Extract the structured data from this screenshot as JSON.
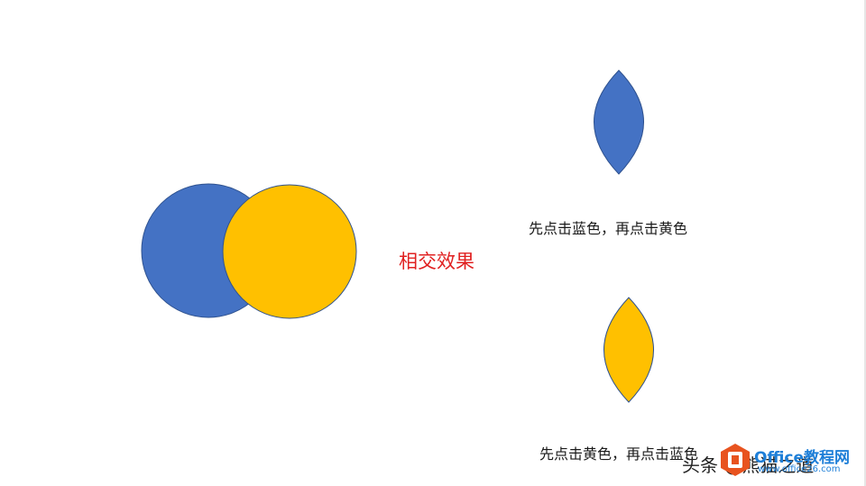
{
  "slide": {
    "effect_title": "相交效果",
    "caption_blue_then_yellow": "先点击蓝色，再点击黄色",
    "caption_yellow_then_blue": "先点击黄色，再点击蓝色"
  },
  "colors": {
    "blue": "#4472C4",
    "yellow": "#FFC000",
    "outline": "#2F528F",
    "accent_red": "#E02020"
  },
  "watermark": {
    "left_text": "头条 @熊猫之道",
    "brand": "Office教程网",
    "url": "www.office26.com",
    "badge_icon": "office-logo-icon"
  }
}
